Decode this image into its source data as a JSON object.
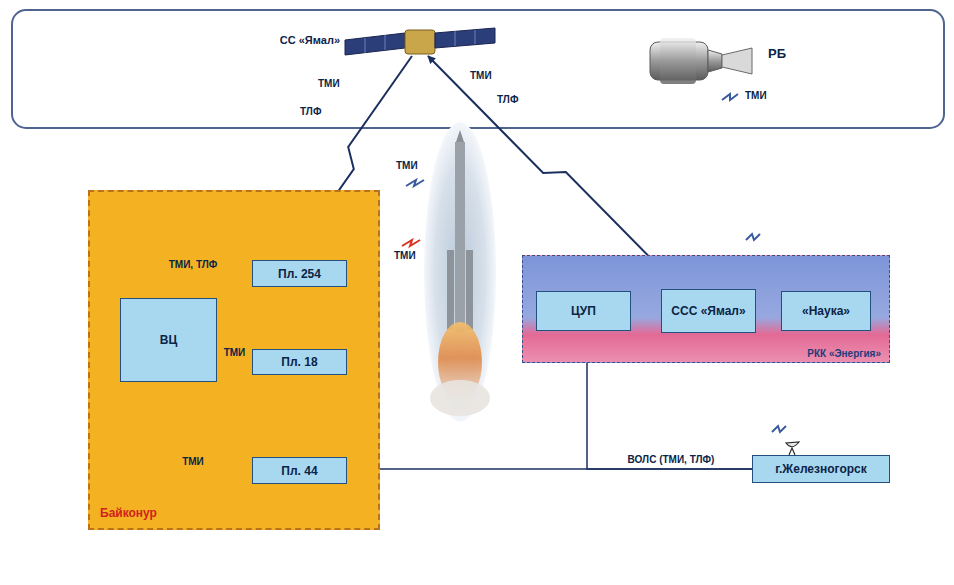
{
  "diagram": {
    "nodes": [
      {
        "text": [
          "СС «Ямал»"
        ]
      },
      {
        "text": [
          "Байконур"
        ]
      },
      {
        "text": [
          "Пл. 254"
        ],
        "in": 1
      },
      {
        "text": [
          "ВЦ"
        ],
        "in": 1
      },
      {
        "text": [
          "Пл. 18"
        ],
        "in": 1
      },
      {
        "text": [
          "Пл. 44"
        ],
        "in": 1
      },
      {
        "text": [
          "РКК «Энергия»"
        ]
      },
      {
        "text": [
          "ЦУП"
        ],
        "in": 6
      },
      {
        "text": [
          "ССС «Ямал»"
        ],
        "in": 6
      },
      {
        "text": [
          "«Наука»"
        ],
        "in": 6
      },
      {
        "text": [
          "г.Железногорск"
        ]
      }
    ],
    "edges": [
      {
        "from": 0,
        "to": 2,
        "arrow": "to"
      },
      {
        "from": 8,
        "to": 0,
        "arrow": "to"
      },
      {
        "from": 2,
        "to": 3,
        "label": "ТМИ, ТЛФ",
        "arrow": "to"
      },
      {
        "from": 4,
        "to": 3,
        "label": "ТМИ",
        "arrow": "to"
      },
      {
        "from": 5,
        "to": 3,
        "label": "ТМИ",
        "arrow": "to"
      },
      {
        "from": 7,
        "to": 8,
        "arrow": "both"
      },
      {
        "from": 9,
        "to": 8,
        "arrow": "to"
      },
      {
        "from": 10,
        "to": 7,
        "arrow": "to"
      },
      {
        "from": 10,
        "to": 5,
        "label": "ВОЛС (ТМИ, ТЛФ)",
        "arrow": "to"
      }
    ],
    "labels": [
      "ТМИ",
      "ТЛФ",
      "ТМИ",
      "ТЛФ",
      "РБ",
      "ТМИ",
      "ТМИ",
      "ТМИ"
    ]
  }
}
